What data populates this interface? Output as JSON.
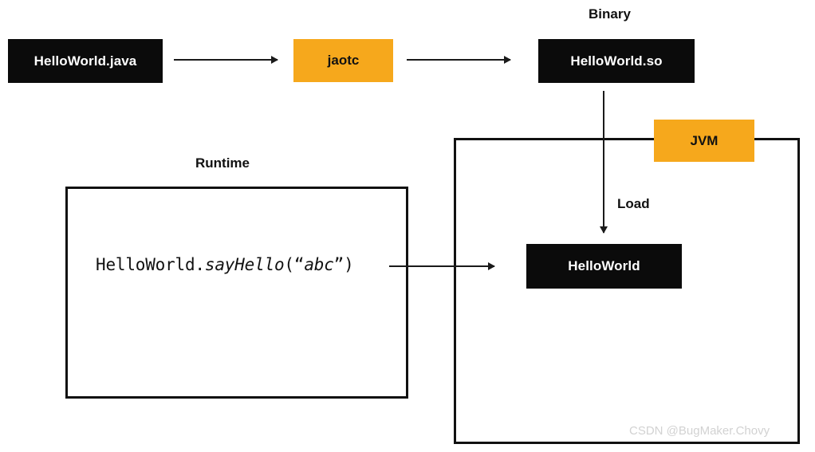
{
  "diagram": {
    "title_nodes": {
      "binary_label": "Binary",
      "runtime_label": "Runtime",
      "load_label": "Load"
    },
    "nodes": {
      "source_file": "HelloWorld.java",
      "compiler": "jaotc",
      "shared_object": "HelloWorld.so",
      "jvm": "JVM",
      "loaded_class": "HelloWorld"
    },
    "code_call": {
      "prefix": "HelloWorld.",
      "method": "sayHello",
      "open_paren": "(“",
      "argument": "abc",
      "close_paren": "”)"
    },
    "colors": {
      "accent_orange": "#f6a81c",
      "node_black": "#0b0b0b",
      "stroke": "#111111",
      "watermark_gray": "#d2d2d2"
    }
  },
  "watermark": {
    "text": "CSDN @BugMaker.Chovy"
  }
}
